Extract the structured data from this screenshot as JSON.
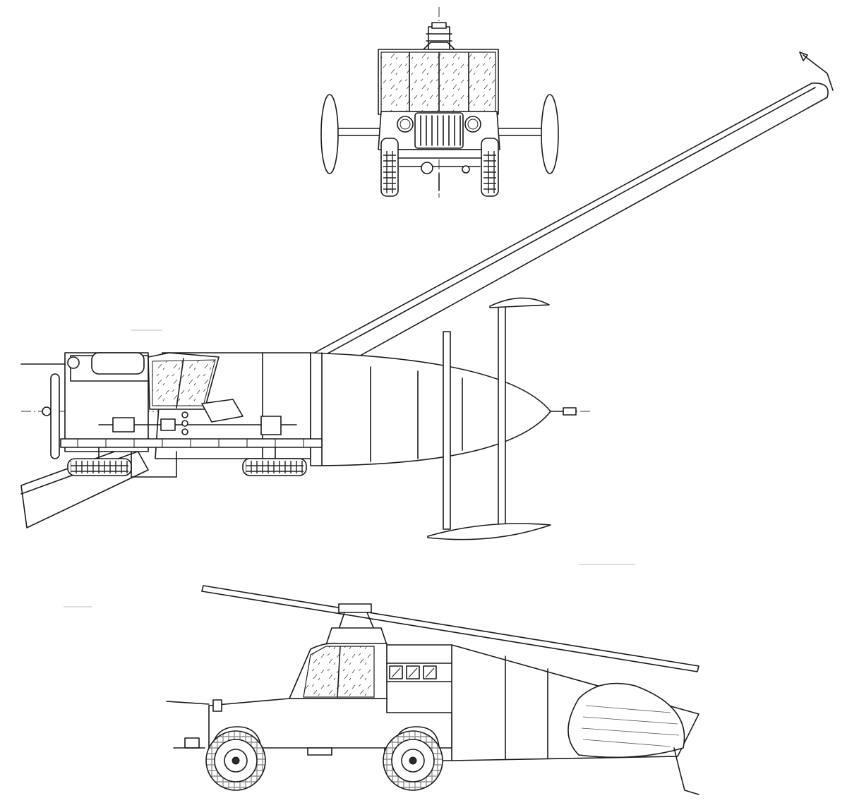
{
  "drawing": {
    "views": [
      "front-view",
      "top-view",
      "side-view"
    ],
    "line_color": "#1a1a1a",
    "background": "#ffffff"
  }
}
